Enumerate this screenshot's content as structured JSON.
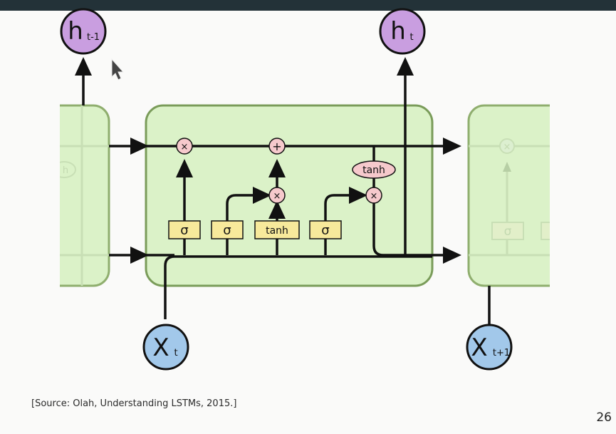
{
  "slide": {
    "caption": "[Source: Olah, Understanding LSTMs, 2015.]",
    "page_number": "26"
  },
  "diagram": {
    "outputs": {
      "prev": {
        "main": "h",
        "sub": "t-1"
      },
      "curr": {
        "main": "h",
        "sub": "t"
      }
    },
    "inputs": {
      "curr": {
        "main": "X",
        "sub": "t"
      },
      "next": {
        "main": "X",
        "sub": "t+1"
      }
    },
    "gates": [
      "σ",
      "σ",
      "tanh",
      "σ"
    ],
    "pointwise": {
      "forget_multiply": "×",
      "add": "+",
      "input_multiply": "×",
      "output_multiply": "×"
    },
    "cell_tanh": "tanh",
    "faded_next": {
      "multiply": "×",
      "gate": "σ"
    },
    "faded_prev": {
      "tanh": "h"
    }
  },
  "colors": {
    "cell_fill": "#dbf2c8",
    "cell_stroke": "#7a9c5a",
    "gate_fill": "#f7e99b",
    "op_fill": "#f6c9cc",
    "output_node": "#c99ee0",
    "input_node": "#a2c8ea",
    "top_bar": "#233238"
  }
}
